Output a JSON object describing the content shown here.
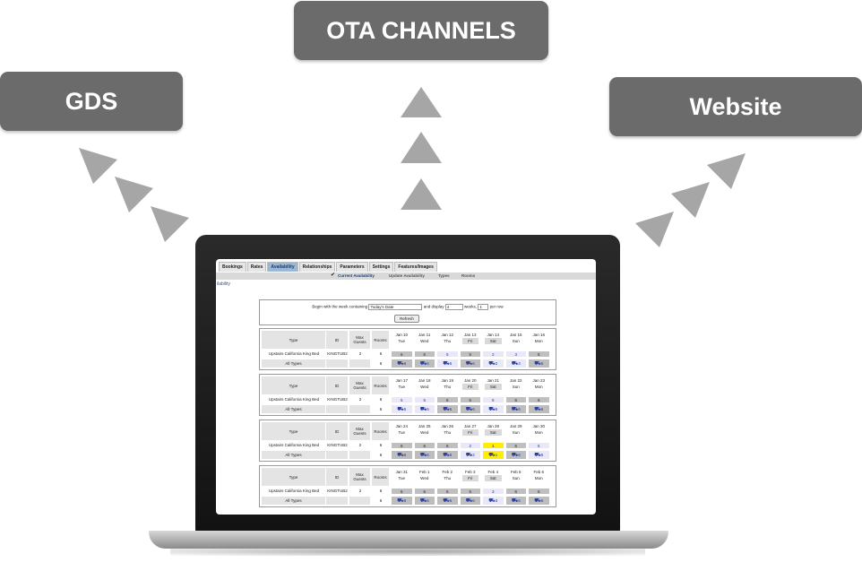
{
  "boxes": {
    "ota": "OTA CHANNELS",
    "gds": "GDS",
    "website": "Website"
  },
  "colors": {
    "box": "#6b6b6b",
    "arrow": "#a6a6a6",
    "highlight": "#ffee00"
  },
  "screen": {
    "tabs": [
      "Bookings",
      "Rates",
      "Availability",
      "Relationships",
      "Parameters",
      "Settings",
      "Features/Images"
    ],
    "active_tab": "Availability",
    "subnav": [
      "Current Availability",
      "Update Availability",
      "Types",
      "Rooms"
    ],
    "side_label": "ilability",
    "controls": {
      "text1": "Begin with the week containing",
      "date": "Today's Date",
      "text2": "and display",
      "weeks": "4",
      "text3": "weeks,",
      "per_row": "1",
      "text4": "per row",
      "refresh": "Refresh"
    },
    "headers": {
      "type": "Type",
      "id": "ID",
      "max": "Max Guests",
      "rooms": "Rooms"
    },
    "room_type": "Upstairs California King Bed",
    "room_id": "KINGTUB2",
    "max_guests": "2",
    "rooms": "6",
    "all_types": "All Types",
    "weeks": [
      {
        "dates": [
          "Jan 10",
          "Jan 11",
          "Jan 12",
          "Jan 13",
          "Jan 14",
          "Jan 15",
          "Jan 16"
        ],
        "days": [
          "Tue",
          "Wed",
          "Thu",
          "Fri",
          "Sat",
          "Sun",
          "Mon"
        ],
        "values": [
          "6",
          "6",
          "5",
          "6",
          "2",
          "3",
          "6"
        ],
        "all": [
          "6",
          "6",
          "5",
          "6",
          "2",
          "3",
          "6"
        ],
        "styles": [
          "g",
          "g",
          "l",
          "g",
          "l",
          "l",
          "g"
        ]
      },
      {
        "dates": [
          "Jan 17",
          "Jan 18",
          "Jan 19",
          "Jan 20",
          "Jan 21",
          "Jan 22",
          "Jan 23"
        ],
        "days": [
          "Tue",
          "Wed",
          "Thu",
          "Fri",
          "Sat",
          "Sun",
          "Mon"
        ],
        "values": [
          "5",
          "5",
          "6",
          "6",
          "5",
          "6",
          "6"
        ],
        "all": [
          "5",
          "5",
          "6",
          "6",
          "5",
          "6",
          "6"
        ],
        "styles": [
          "l",
          "l",
          "g",
          "g",
          "l",
          "g",
          "g"
        ]
      },
      {
        "dates": [
          "Jan 24",
          "Jan 25",
          "Jan 26",
          "Jan 27",
          "Jan 28",
          "Jan 29",
          "Jan 30"
        ],
        "days": [
          "Tue",
          "Wed",
          "Thu",
          "Fri",
          "Sat",
          "Sun",
          "Mon"
        ],
        "values": [
          "6",
          "6",
          "6",
          "2",
          "1",
          "6",
          "5"
        ],
        "all": [
          "6",
          "6",
          "6",
          "2",
          "1",
          "6",
          "5"
        ],
        "styles": [
          "g",
          "g",
          "g",
          "l",
          "y",
          "g",
          "l"
        ]
      },
      {
        "dates": [
          "Jan 31",
          "Feb 1",
          "Feb 2",
          "Feb 3",
          "Feb 4",
          "Feb 5",
          "Feb 6"
        ],
        "days": [
          "Tue",
          "Wed",
          "Thu",
          "Fri",
          "Sat",
          "Sun",
          "Mon"
        ],
        "values": [
          "6",
          "6",
          "6",
          "6",
          "3",
          "6",
          "6"
        ],
        "all": [
          "6",
          "6",
          "6",
          "6",
          "3",
          "6",
          "6"
        ],
        "styles": [
          "g",
          "g",
          "g",
          "g",
          "l",
          "g",
          "g"
        ]
      }
    ]
  }
}
